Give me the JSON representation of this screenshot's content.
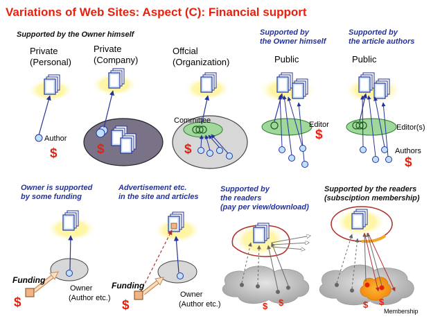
{
  "title": "Variations of Web Sites: Aspect (C): Financial support",
  "colors": {
    "title_red": "#e8200e",
    "caption_blue": "#23319a",
    "site_glow": "#fff7a0",
    "doc_fill": "#dbeeff",
    "arrow_blue": "#23319a",
    "org_company": "#7a7387",
    "org_official": "#d7d7d7",
    "committee_green": "#9fd89a",
    "dollar_red": "#e8200e",
    "funding_box": "#f2b487",
    "membership_orange": "#f5a623"
  },
  "top_row": {
    "caption_owner_himself": "Supported by the Owner himself",
    "private_personal": {
      "line1": "Private",
      "line2": "(Personal)",
      "author": "Author",
      "dollar": "$",
      "icons": [
        "document-stack-icon",
        "author-icon"
      ]
    },
    "private_company": {
      "line1": "Private",
      "line2": "(Company)",
      "dollar": "$",
      "icons": [
        "document-stack-icon",
        "company-group-icon"
      ]
    },
    "official_org": {
      "line1": "Offcial",
      "line2": "(Organization)",
      "committee": "Committee",
      "dollar": "$",
      "icons": [
        "document-stack-icon",
        "committee-icon"
      ]
    },
    "public_owner": {
      "caption_line1": "Supported by",
      "caption_line2": "the Owner himself",
      "label": "Public",
      "editor": "Editor",
      "dollar": "$"
    },
    "public_authors": {
      "caption_line1": "Supported by",
      "caption_line2": "the article authors",
      "label": "Public",
      "editors": "Editor(s)",
      "authors": "Authors",
      "dollar": "$"
    }
  },
  "bottom_row": {
    "funding_case": {
      "caption_line1": "Owner is supported",
      "caption_line2": "by some funding",
      "funding": "Funding",
      "owner_line1": "Owner",
      "owner_line2": "(Author etc.)",
      "dollar": "$"
    },
    "ads_case": {
      "caption_line1": "Advertisement etc.",
      "caption_line2": "in the site and articles",
      "funding": "Funding",
      "owner_line1": "Owner",
      "owner_line2": "(Author etc.)",
      "dollar": "$"
    },
    "pay_per_view": {
      "caption_line1": "Supported by",
      "caption_line2": "the readers",
      "caption_line3": "(pay per view/download)",
      "dollar": "$"
    },
    "membership": {
      "caption_line1": "Supported by the readers",
      "caption_line2": "(subsciption membership)",
      "membership": "Membership",
      "dollar": "$"
    }
  }
}
